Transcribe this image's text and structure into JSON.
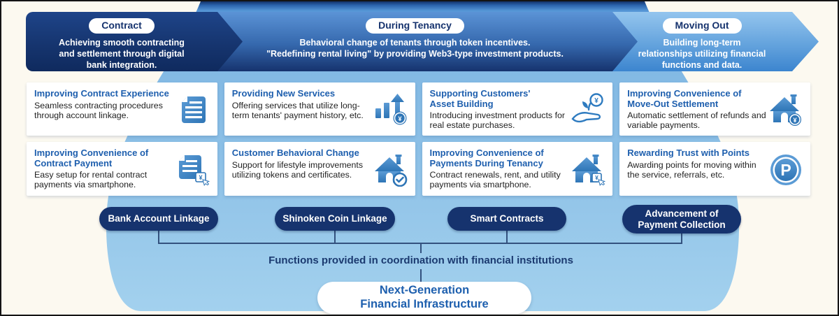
{
  "colors": {
    "navy": "#16336e",
    "title_blue": "#1e5fae",
    "dome_light_blue": "#8bbfe6",
    "arrow1_gradient": [
      "#1e4489",
      "#0f2a5e"
    ],
    "arrow2_gradient": [
      "#5b93d6",
      "#16336e"
    ],
    "arrow3_gradient": [
      "#94c5ee",
      "#3c85cf"
    ],
    "card_bg": "#ffffff",
    "connector": "#33517e"
  },
  "phases": [
    {
      "label": "Contract",
      "subtitle": "Achieving smooth contracting\nand settlement through digital\nbank integration."
    },
    {
      "label": "During Tenancy",
      "subtitle": "Behavioral change of tenants through token incentives.\n\"Redefining rental living\" by providing Web3-type investment products."
    },
    {
      "label": "Moving Out",
      "subtitle": "Building long-term\nrelationships utilizing financial\nfunctions and data."
    }
  ],
  "cards": [
    {
      "title": "Improving Contract Experience",
      "body": "Seamless contracting procedures through account linkage.",
      "icon": "document-icon"
    },
    {
      "title": "Providing New Services",
      "body": "Offering services that utilize long-term tenants' payment history, etc.",
      "icon": "growth-chart-yen-icon"
    },
    {
      "title": "Supporting Customers'\nAsset Building",
      "body": "Introducing investment products for real estate purchases.",
      "icon": "sprout-hand-yen-icon"
    },
    {
      "title": "Improving Convenience of\nMove-Out Settlement",
      "body": "Automatic settlement of refunds and variable payments.",
      "icon": "house-yen-coin-icon"
    },
    {
      "title": "Improving Convenience of\nContract Payment",
      "body": "Easy setup for rental contract payments via smartphone.",
      "icon": "document-yen-cursor-icon"
    },
    {
      "title": "Customer Behavioral Change",
      "body": "Support for lifestyle improvements utilizing tokens and certificates.",
      "icon": "house-check-icon"
    },
    {
      "title": "Improving Convenience of\nPayments During Tenancy",
      "body": "Contract renewals, rent, and utility payments via smartphone.",
      "icon": "house-yen-cursor-icon"
    },
    {
      "title": "Rewarding Trust with Points",
      "body": "Awarding points for moving within the service, referrals, etc.",
      "icon": "points-p-icon"
    }
  ],
  "key_functions": [
    {
      "label": "Bank Account Linkage"
    },
    {
      "label": "Shinoken Coin Linkage"
    },
    {
      "label": "Smart Contracts"
    },
    {
      "label": "Advancement of\nPayment Collection"
    }
  ],
  "footer": {
    "functions_label": "Functions provided in coordination with financial institutions",
    "infrastructure_label": "Next-Generation\nFinancial Infrastructure"
  }
}
